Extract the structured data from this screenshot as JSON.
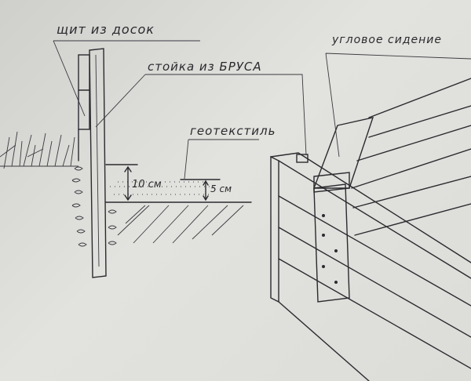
{
  "labels": {
    "board_shield": "щит из досок",
    "timber_post": "стойка из БРУСА",
    "geotextile": "геотекстиль",
    "depth_10": "10 см",
    "depth_5": "5 см",
    "corner_seat": "угловое сидение"
  },
  "colors": {
    "paper": "#dcdcd8",
    "ink": "#2b2b30"
  }
}
